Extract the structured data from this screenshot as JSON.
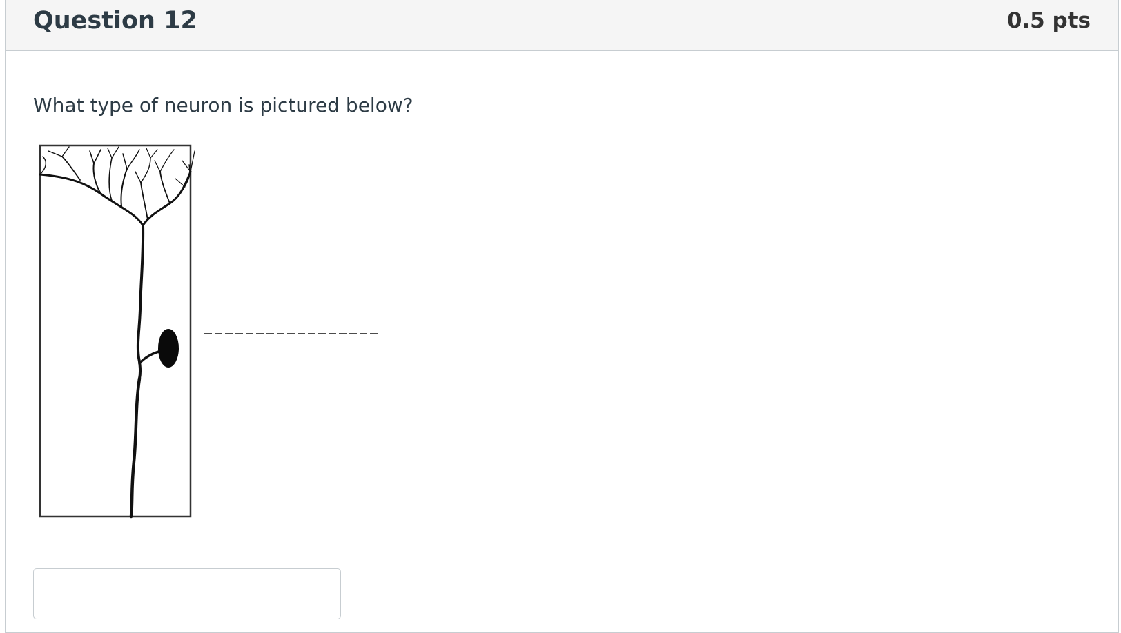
{
  "question": {
    "title": "Question 12",
    "points": "0.5 pts",
    "prompt": "What type of neuron is pictured below?",
    "answer_value": ""
  },
  "figure": {
    "subject": "neuron-illustration"
  },
  "colors": {
    "header_bg": "#f5f5f5",
    "border": "#c7cdd1",
    "title_text": "#2d3b45"
  }
}
